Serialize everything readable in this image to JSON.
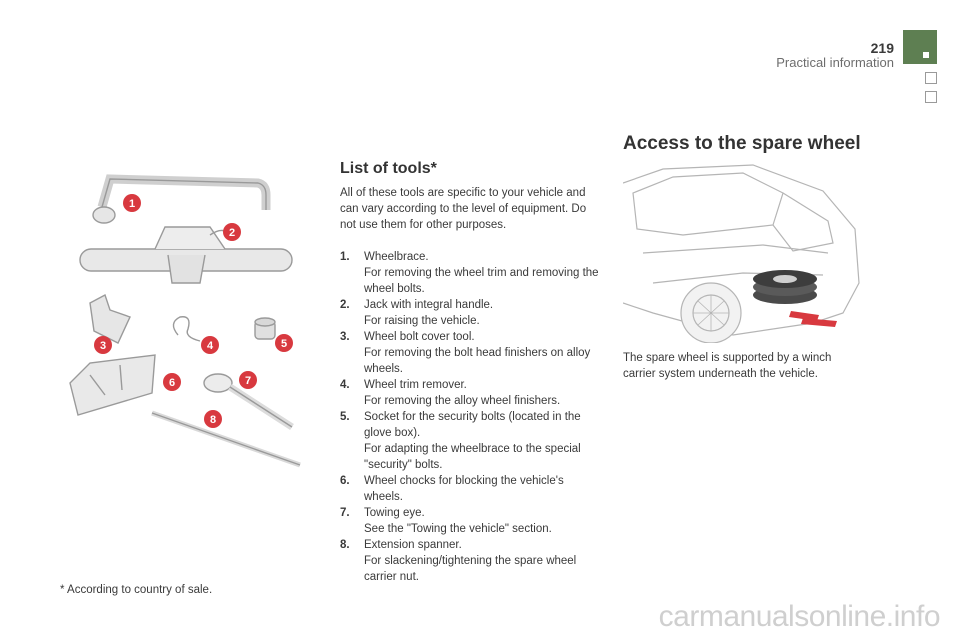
{
  "header": {
    "page_number": "219",
    "section": "Practical information"
  },
  "tools_illustration": {
    "markers": [
      "1",
      "2",
      "3",
      "4",
      "5",
      "6",
      "7",
      "8"
    ],
    "marker_color": "#d8393f"
  },
  "list": {
    "heading": "List of tools*",
    "intro": "All of these tools are specific to your vehicle and can vary according to the level of equipment. Do not use them for other purposes.",
    "items": [
      {
        "num": "1.",
        "lines": [
          "Wheelbrace.",
          "For removing the wheel trim and removing the wheel bolts."
        ]
      },
      {
        "num": "2.",
        "lines": [
          "Jack with integral handle.",
          "For raising the vehicle."
        ]
      },
      {
        "num": "3.",
        "lines": [
          "Wheel bolt cover tool.",
          "For removing the bolt head finishers on alloy wheels."
        ]
      },
      {
        "num": "4.",
        "lines": [
          "Wheel trim remover.",
          "For removing the alloy wheel finishers."
        ]
      },
      {
        "num": "5.",
        "lines": [
          "Socket for the security bolts (located in the glove box).",
          "For adapting the wheelbrace to the special \"security\" bolts."
        ]
      },
      {
        "num": "6.",
        "lines": [
          "Wheel chocks for blocking the vehicle's wheels."
        ]
      },
      {
        "num": "7.",
        "lines": [
          "Towing eye.",
          "See the \"Towing the vehicle\" section."
        ]
      },
      {
        "num": "8.",
        "lines": [
          "Extension spanner.",
          "For slackening/tightening the spare wheel carrier nut."
        ]
      }
    ]
  },
  "access": {
    "heading": "Access to the spare wheel",
    "text": "The spare wheel is supported by a winch carrier system underneath the vehicle."
  },
  "footnote": "* According to country of sale.",
  "watermark": "carmanualsonline.info",
  "colors": {
    "tab_green": "#5e7f52",
    "marker_red": "#d8393f"
  }
}
